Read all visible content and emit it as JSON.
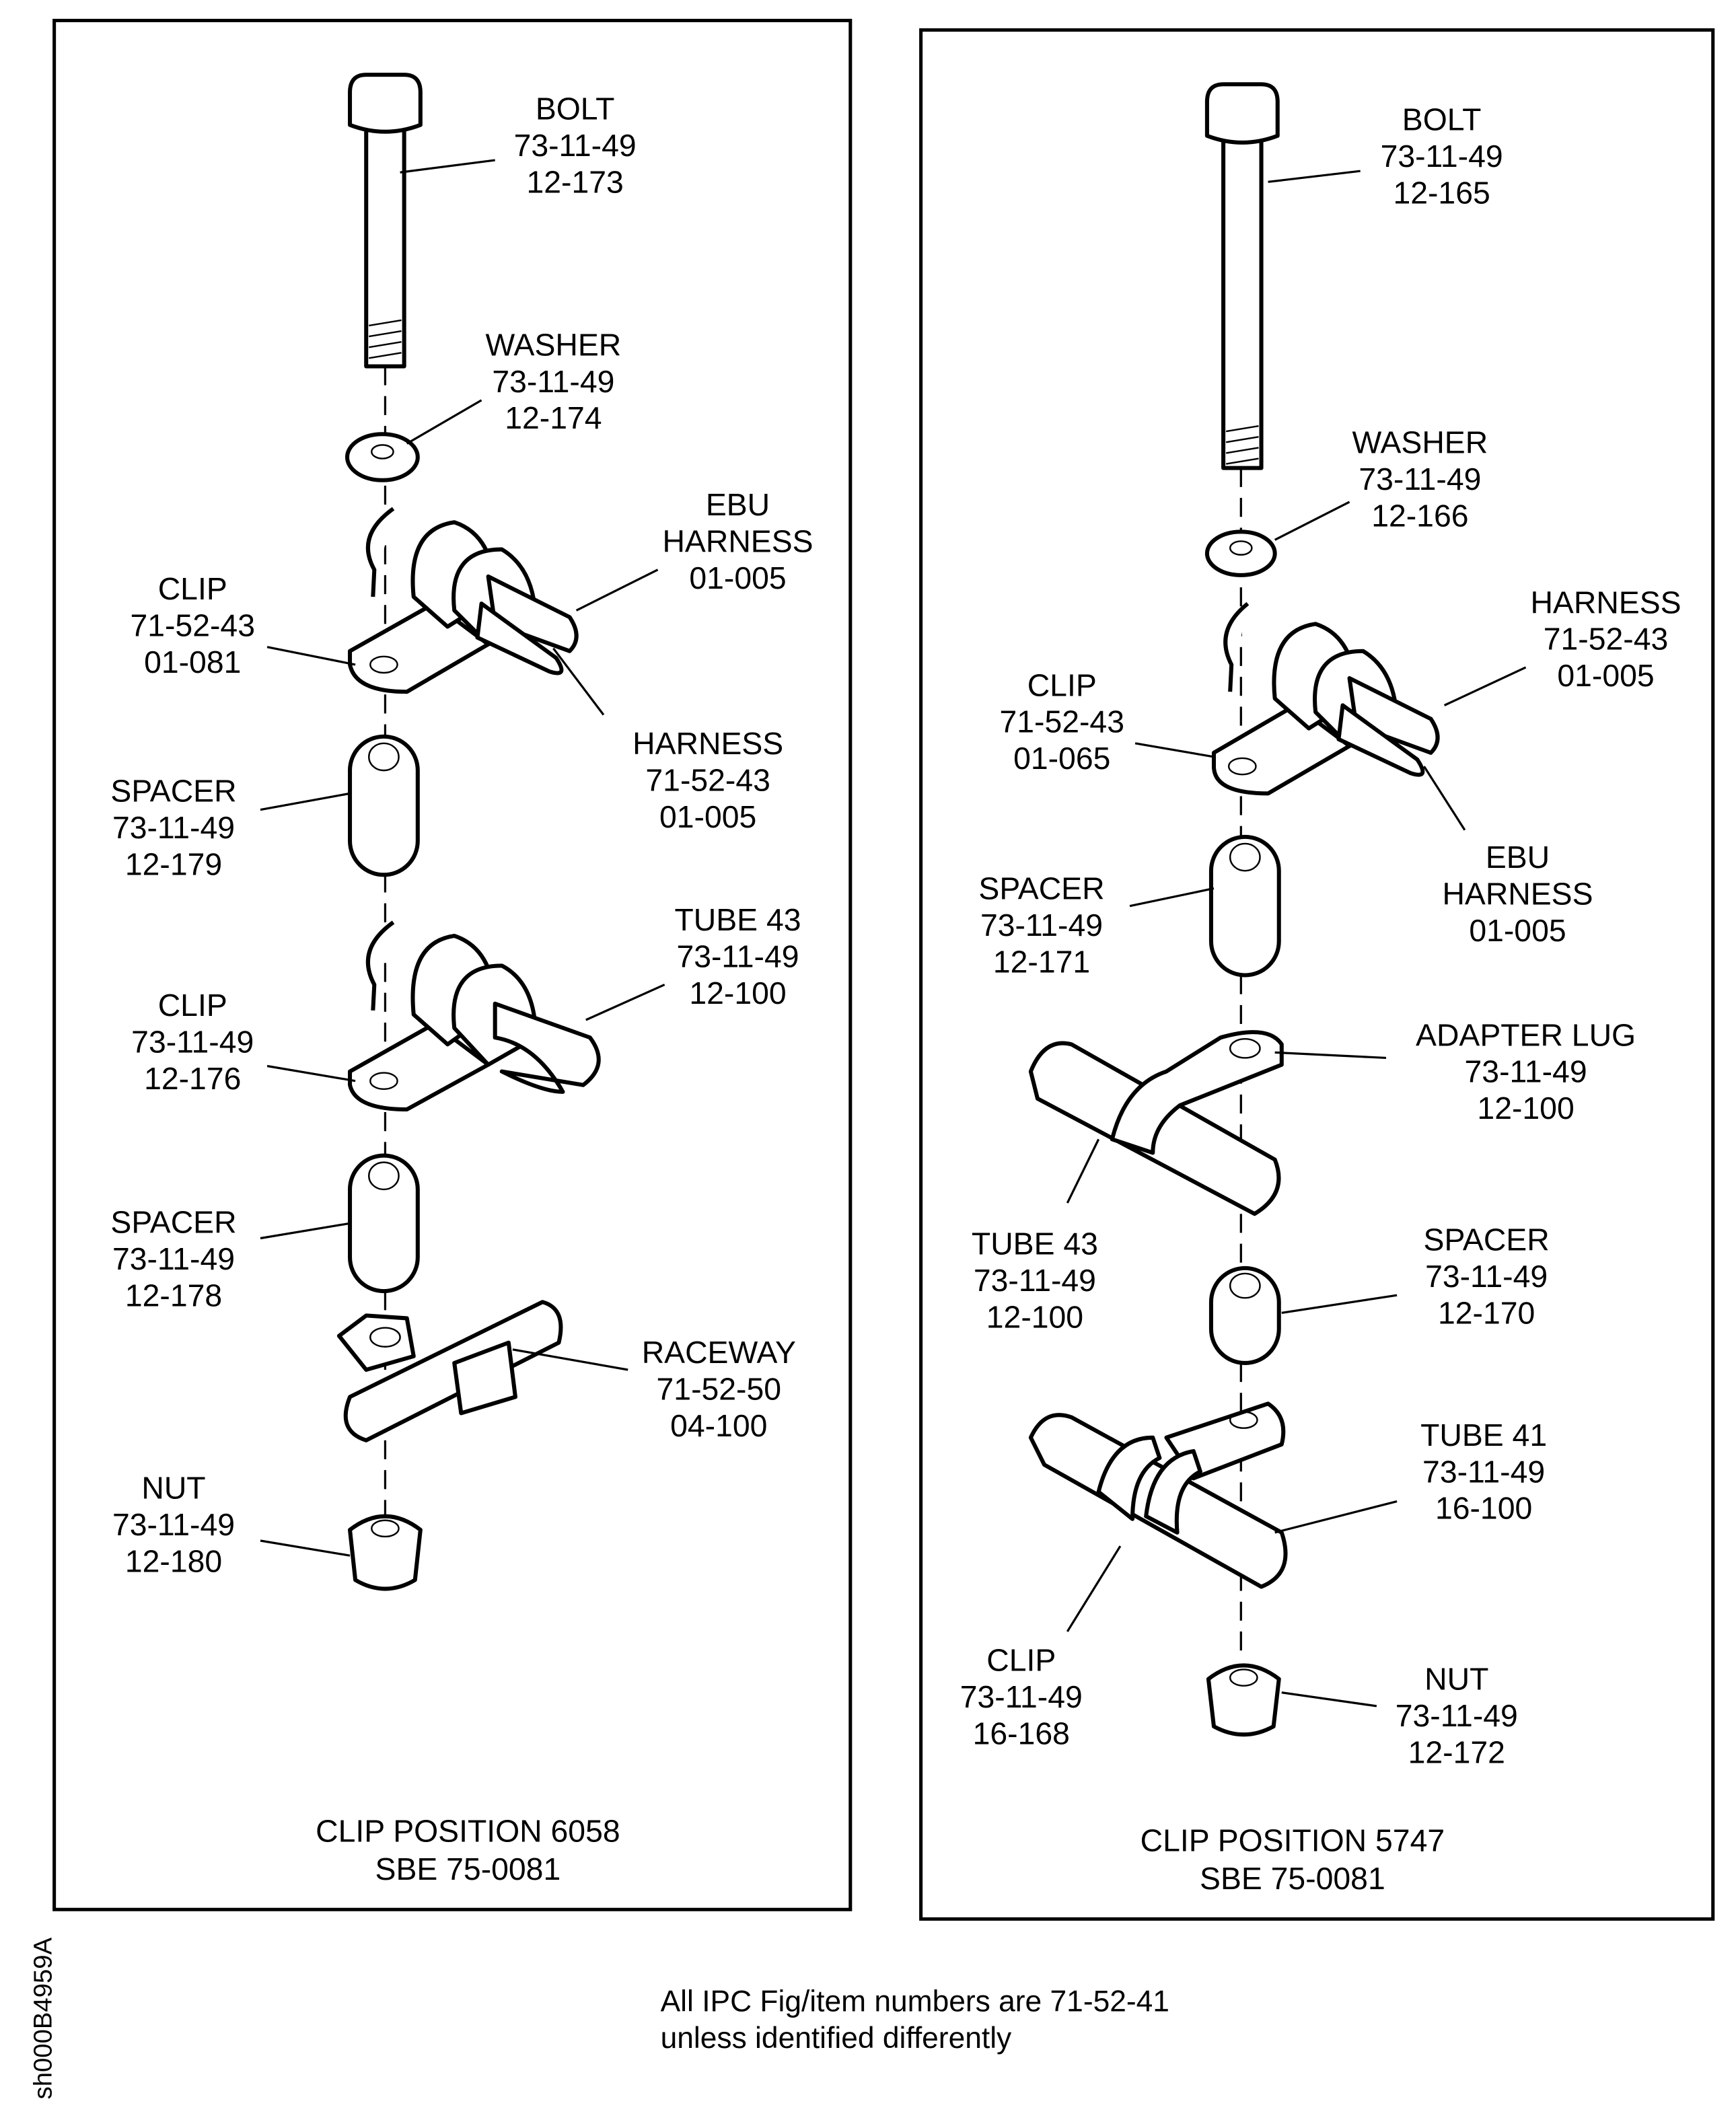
{
  "left_panel": {
    "labels": [
      {
        "id": "bolt",
        "lines": [
          "BOLT",
          "73-11-49",
          "12-173"
        ]
      },
      {
        "id": "washer",
        "lines": [
          "WASHER",
          "73-11-49",
          "12-174"
        ]
      },
      {
        "id": "ebu-harness",
        "lines": [
          "EBU",
          "HARNESS",
          "01-005"
        ]
      },
      {
        "id": "clip-upper",
        "lines": [
          "CLIP",
          "71-52-43",
          "01-081"
        ]
      },
      {
        "id": "harness",
        "lines": [
          "HARNESS",
          "71-52-43",
          "01-005"
        ]
      },
      {
        "id": "spacer-upper",
        "lines": [
          "SPACER",
          "73-11-49",
          "12-179"
        ]
      },
      {
        "id": "tube-43",
        "lines": [
          "TUBE 43",
          "73-11-49",
          "12-100"
        ]
      },
      {
        "id": "clip-lower",
        "lines": [
          "CLIP",
          "73-11-49",
          "12-176"
        ]
      },
      {
        "id": "spacer-lower",
        "lines": [
          "SPACER",
          "73-11-49",
          "12-178"
        ]
      },
      {
        "id": "raceway",
        "lines": [
          "RACEWAY",
          "71-52-50",
          "04-100"
        ]
      },
      {
        "id": "nut",
        "lines": [
          "NUT",
          "73-11-49",
          "12-180"
        ]
      }
    ],
    "caption": [
      "CLIP POSITION 6058",
      "SBE 75-0081"
    ]
  },
  "right_panel": {
    "labels": [
      {
        "id": "bolt",
        "lines": [
          "BOLT",
          "73-11-49",
          "12-165"
        ]
      },
      {
        "id": "washer",
        "lines": [
          "WASHER",
          "73-11-49",
          "12-166"
        ]
      },
      {
        "id": "harness",
        "lines": [
          "HARNESS",
          "71-52-43",
          "01-005"
        ]
      },
      {
        "id": "clip-upper",
        "lines": [
          "CLIP",
          "71-52-43",
          "01-065"
        ]
      },
      {
        "id": "ebu-harness",
        "lines": [
          "EBU",
          "HARNESS",
          "01-005"
        ]
      },
      {
        "id": "spacer-upper",
        "lines": [
          "SPACER",
          "73-11-49",
          "12-171"
        ]
      },
      {
        "id": "adapter-lug",
        "lines": [
          "ADAPTER LUG",
          "73-11-49",
          "12-100"
        ]
      },
      {
        "id": "tube-43",
        "lines": [
          "TUBE 43",
          "73-11-49",
          "12-100"
        ]
      },
      {
        "id": "spacer-lower",
        "lines": [
          "SPACER",
          "73-11-49",
          "12-170"
        ]
      },
      {
        "id": "tube-41",
        "lines": [
          "TUBE 41",
          "73-11-49",
          "16-100"
        ]
      },
      {
        "id": "clip-lower",
        "lines": [
          "CLIP",
          "73-11-49",
          "16-168"
        ]
      },
      {
        "id": "nut",
        "lines": [
          "NUT",
          "73-11-49",
          "12-172"
        ]
      }
    ],
    "caption": [
      "CLIP POSITION 5747",
      "SBE 75-0081"
    ]
  },
  "footer": {
    "note_line1": "All IPC Fig/item numbers are 71-52-41",
    "note_line2": "unless identified differently"
  },
  "drawing_id": "sh000B4959A"
}
